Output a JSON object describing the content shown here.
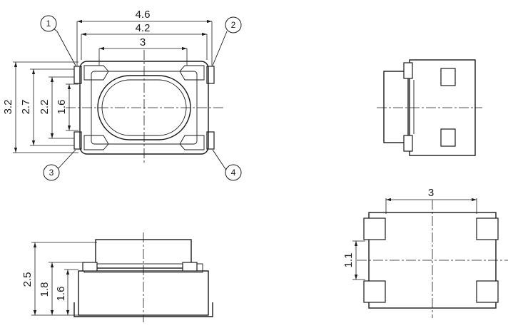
{
  "top_view": {
    "dim_overall_width": "4.6",
    "dim_body_width": "4.2",
    "dim_actuator_width": "3",
    "dim_overall_height": "3.2",
    "dim_body_height": "2.7",
    "dim_actuator_height": "2.2",
    "dim_pad_pitch": "1.6",
    "pin_labels": [
      "1",
      "2",
      "3",
      "4"
    ]
  },
  "front_view": {
    "dim_total_height": "2.5",
    "dim_body_height": "1.8",
    "dim_lead_height": "1.6"
  },
  "bottom_view": {
    "dim_width": "3",
    "dim_pad_height": "1.1"
  }
}
